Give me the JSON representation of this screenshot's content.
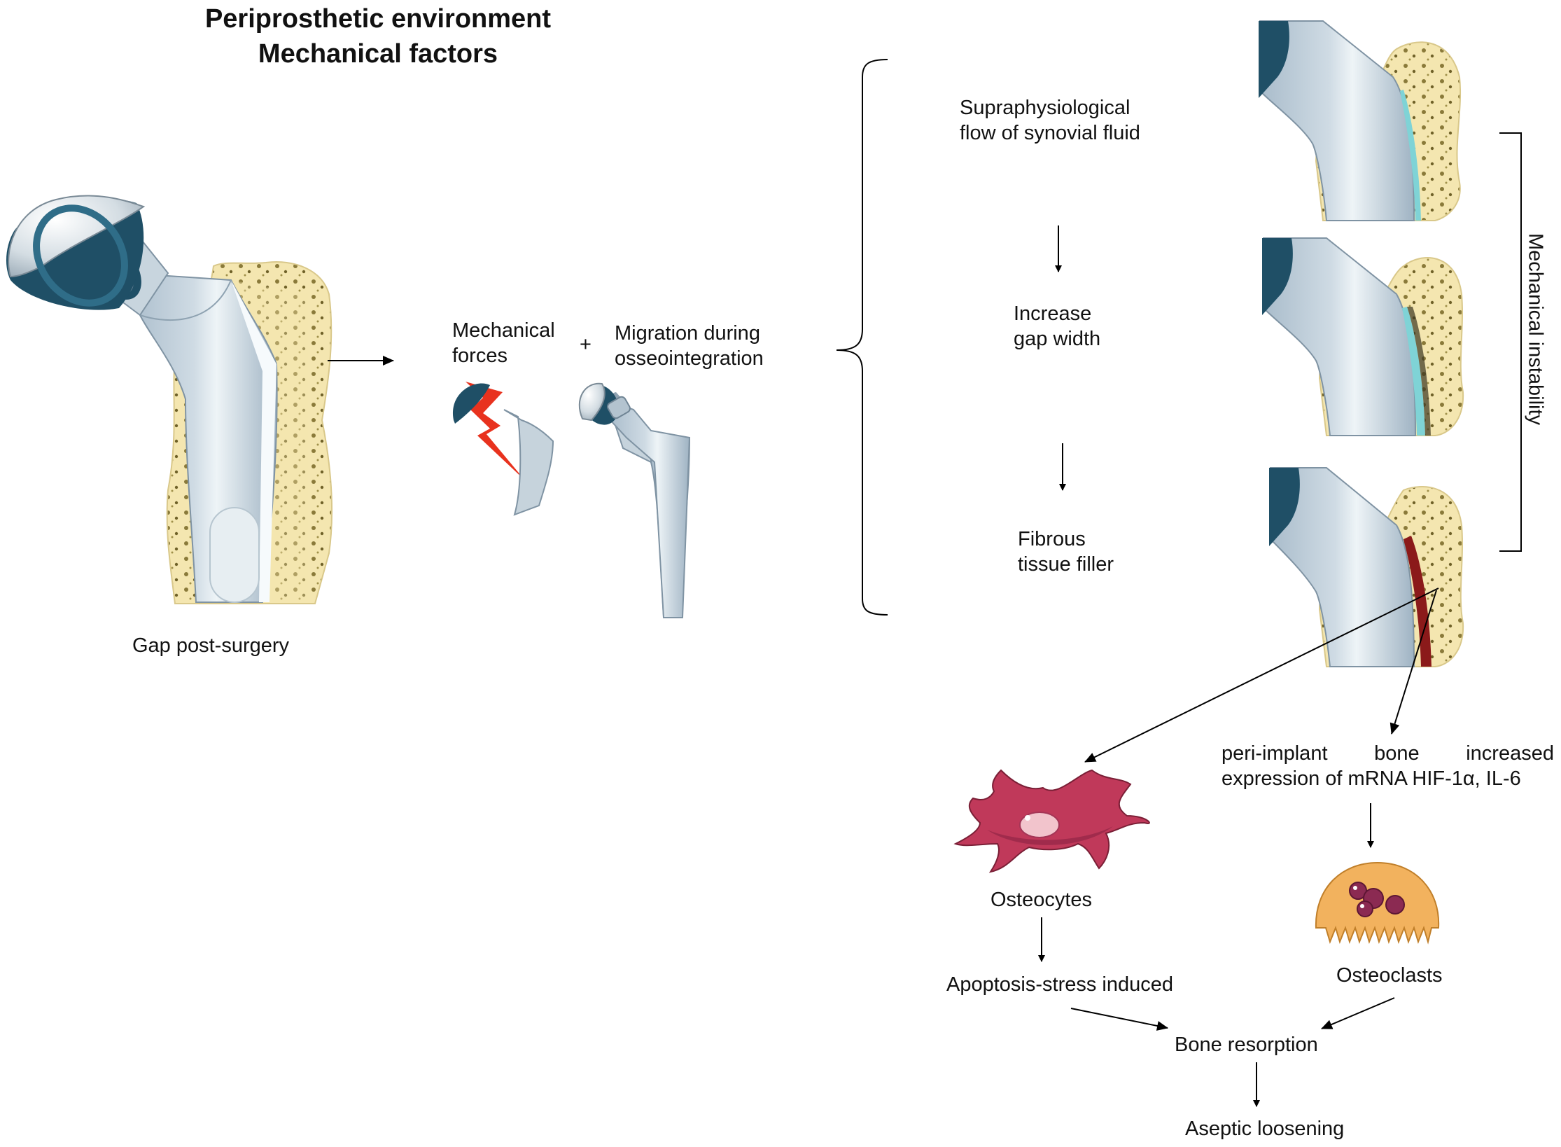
{
  "title": {
    "line1": "Periprosthetic environment",
    "line2": "Mechanical factors"
  },
  "labels": {
    "gap_post_surgery": "Gap post-surgery",
    "mechanical_forces_1": "Mechanical",
    "mechanical_forces_2": "forces",
    "plus": "+",
    "migration_1": "Migration during",
    "migration_2": "osseointegration",
    "supra_1": "Supraphysiological",
    "supra_2": "flow of synovial fluid",
    "increase_1": "Increase",
    "increase_2": "gap width",
    "fibrous_1": "Fibrous",
    "fibrous_2": "tissue filler",
    "mechanical_instability": "Mechanical instability",
    "periimplant_words": [
      "peri-implant",
      "bone",
      "increased"
    ],
    "periimplant_2": "expression of mRNA HIF-1α, IL-6",
    "osteocytes": "Osteocytes",
    "osteoclasts": "Osteoclasts",
    "apoptosis": "Apoptosis-stress induced",
    "bone_resorption": "Bone resorption",
    "aseptic_loosening": "Aseptic loosening"
  },
  "colors": {
    "bone": "#f4e6b0",
    "bone_pore": "#8a7a3a",
    "implant": "#b8c8d4",
    "implant_light": "#e6eef3",
    "cup_dark": "#1f4f66",
    "lightning": "#e8321e",
    "osteocyte": "#c0395a",
    "osteoclast": "#f2b25e",
    "synovial_fluid": "#7fd3d6",
    "fibrous_tissue": "#8b1a1a",
    "arrow": "#000000"
  }
}
